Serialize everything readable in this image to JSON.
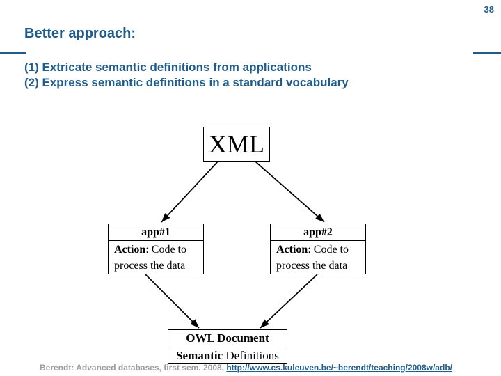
{
  "page": {
    "number": "38"
  },
  "title": "Better approach:",
  "body": {
    "line1": "(1) Extricate semantic definitions from applications",
    "line2": "(2) Express semantic definitions in a standard vocabulary"
  },
  "diagram": {
    "xml": {
      "label": "XML"
    },
    "app1": {
      "title": "app#1",
      "action_bold": "Action",
      "action_rest": ": Code to",
      "line2": "process the data"
    },
    "app2": {
      "title": "app#2",
      "action_bold": "Action",
      "action_rest": ": Code to",
      "line2": "process the data"
    },
    "owl": {
      "title": "OWL Document",
      "body_bold": "Semantic",
      "body_rest": " Definitions"
    },
    "edges": [
      {
        "from": "XML",
        "to": "app#1"
      },
      {
        "from": "XML",
        "to": "app#2"
      },
      {
        "from": "app#1",
        "to": "OWL Document"
      },
      {
        "from": "app#2",
        "to": "OWL Document"
      }
    ]
  },
  "footer": {
    "credit": "Berendt: Advanced databases, first sem. 2008, ",
    "link": "http://www.cs.kuleuven.be/~berendt/teaching/2008w/adb/"
  },
  "colors": {
    "accent": "#1F5C8B",
    "footer-gray": "#9C9C9C",
    "diagram-ink": "#000000"
  }
}
